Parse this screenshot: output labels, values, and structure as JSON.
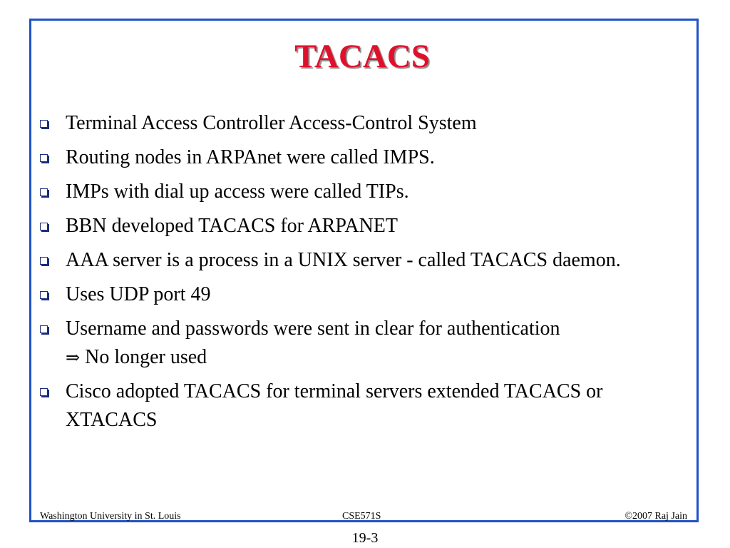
{
  "slide": {
    "title": "TACACS",
    "bullets": [
      {
        "text": "Terminal Access Controller Access-Control System"
      },
      {
        "text": "Routing nodes in ARPAnet were called IMPS."
      },
      {
        "text": "IMPs with dial up access were called TIPs."
      },
      {
        "text": "BBN developed TACACS for ARPANET"
      },
      {
        "text": "AAA server is a process in a UNIX server - called TACACS daemon."
      },
      {
        "text": "Uses UDP port 49"
      },
      {
        "text": "Username and passwords were sent in clear for authentication",
        "continuation_symbol": "⇒",
        "continuation": " No longer used"
      },
      {
        "text": "Cisco adopted TACACS for terminal servers extended TACACS or XTACACS"
      }
    ]
  },
  "footer": {
    "left": "Washington University in St. Louis",
    "center": "CSE571S",
    "right": "©2007 Raj Jain"
  },
  "page_number": "19-3",
  "colors": {
    "title": "#e0102d",
    "frame": "#1f52c9",
    "bullet_icon": "#1a2f7a"
  },
  "icons": {
    "bullet": "hollow-square-bullet-icon",
    "implies": "double-right-arrow-icon"
  }
}
